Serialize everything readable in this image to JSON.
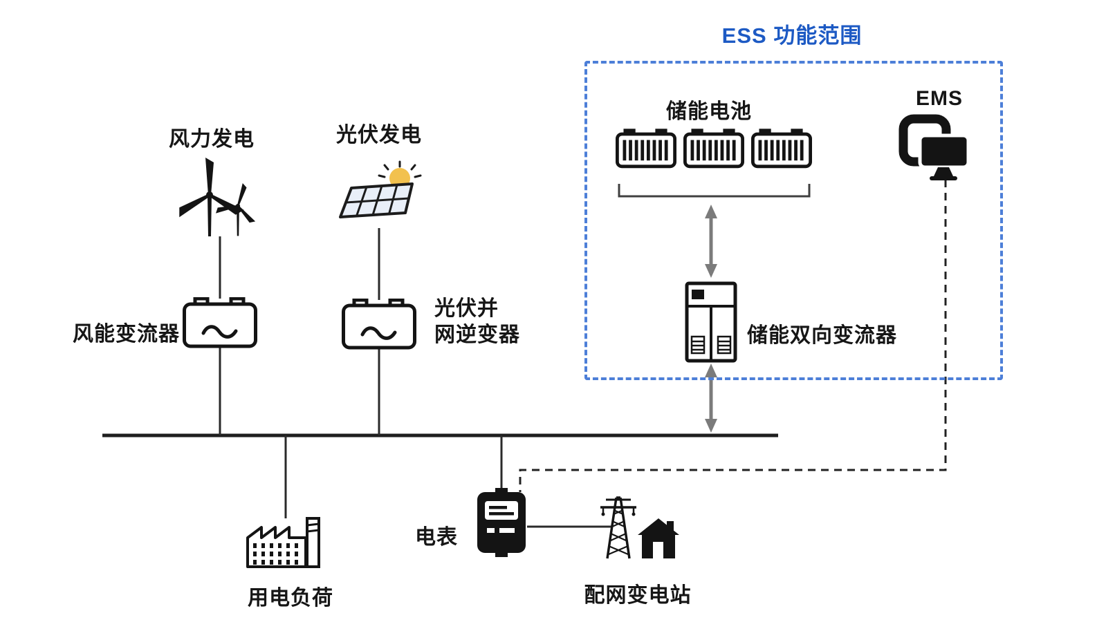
{
  "title": "ESS 功能范围",
  "colors": {
    "accent_blue": "#1d5ac4",
    "border_blue": "#4d7fd8",
    "line_dark": "#1f1f1f",
    "arrow_gray": "#7b7b7b"
  },
  "nodes": {
    "wind_power": {
      "label": "风力发电"
    },
    "pv_power": {
      "label": "光伏发电"
    },
    "wind_converter": {
      "label": "风能变流器"
    },
    "pv_inverter": {
      "line1": "光伏并",
      "line2": "网逆变器"
    },
    "storage_battery": {
      "label": "储能电池"
    },
    "ems": {
      "label": "EMS"
    },
    "bidirectional_converter": {
      "label": "储能双向变流器"
    },
    "meter": {
      "label": "电表"
    },
    "load": {
      "label": "用电负荷"
    },
    "substation": {
      "label": "配网变电站"
    }
  }
}
